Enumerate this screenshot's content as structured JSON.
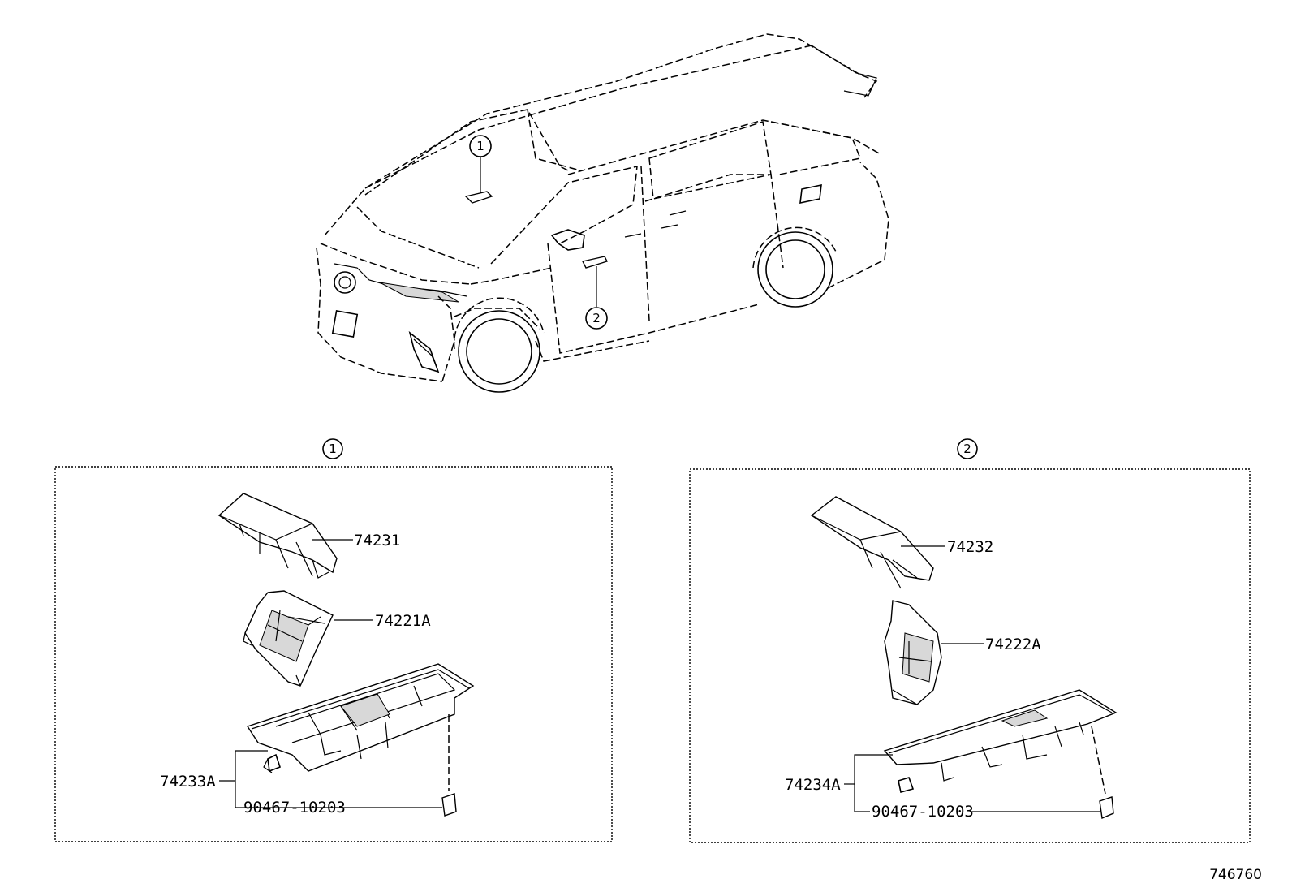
{
  "figure_number": "746760",
  "callouts": {
    "c1": "1",
    "c2": "2"
  },
  "panel_left": {
    "marker": "1",
    "parts": {
      "bezel": "74231",
      "housing": "74221A",
      "switch_base": "74233A",
      "clip": "90467-10203"
    }
  },
  "panel_right": {
    "marker": "2",
    "parts": {
      "bezel": "74232",
      "housing": "74222A",
      "switch_base": "74234A",
      "clip": "90467-10203"
    }
  }
}
